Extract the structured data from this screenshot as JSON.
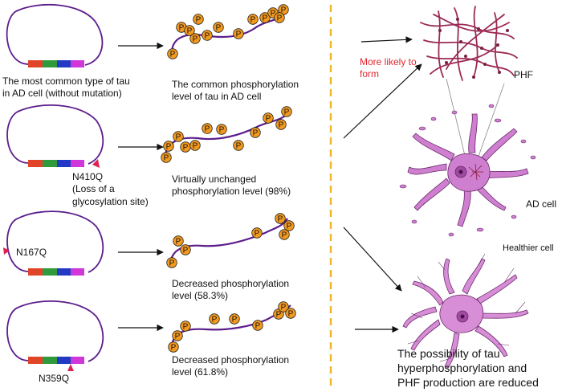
{
  "colors": {
    "tau_line": "#5b1d8c",
    "segments": [
      "#e0452a",
      "#2e9a3c",
      "#2438c6",
      "#cf37d8"
    ],
    "phospho_fill": "#f39a1e",
    "mutation_marker": "#e02050",
    "divider": "#efb52a",
    "highlight_text": "#e0262d",
    "ad_cell": "#cf7fcf",
    "healthy_cell": "#d88ed6",
    "phf": "#9c2a55"
  },
  "phospho_symbol": "P",
  "rows": [
    {
      "mutation_label": "",
      "left_caption": [
        "The most common type of tau",
        "in AD cell (without mutation)"
      ],
      "right_caption": [
        "The common phosphorylation",
        "level of tau in AD cell"
      ]
    },
    {
      "mutation_label": [
        "N410Q",
        "(Loss of a",
        "glycosylation site)"
      ],
      "right_caption": [
        "Virtually unchanged",
        "phosphorylation level (98%)"
      ]
    },
    {
      "mutation_label": "N167Q",
      "right_caption": [
        "Decreased phosphorylation",
        "level (58.3%)"
      ]
    },
    {
      "mutation_label": "N359Q",
      "right_caption": [
        "Decreased phosphorylation",
        "level (61.8%)"
      ]
    }
  ],
  "right_panel": {
    "more_likely": [
      "More likely to",
      "form"
    ],
    "phf_label": "PHF",
    "ad_cell_label": "AD cell",
    "healthier_label": "Healthier cell",
    "conclusion": [
      "The possibility of tau",
      "hyperphosphorylation and",
      "PHF production are reduced"
    ]
  }
}
